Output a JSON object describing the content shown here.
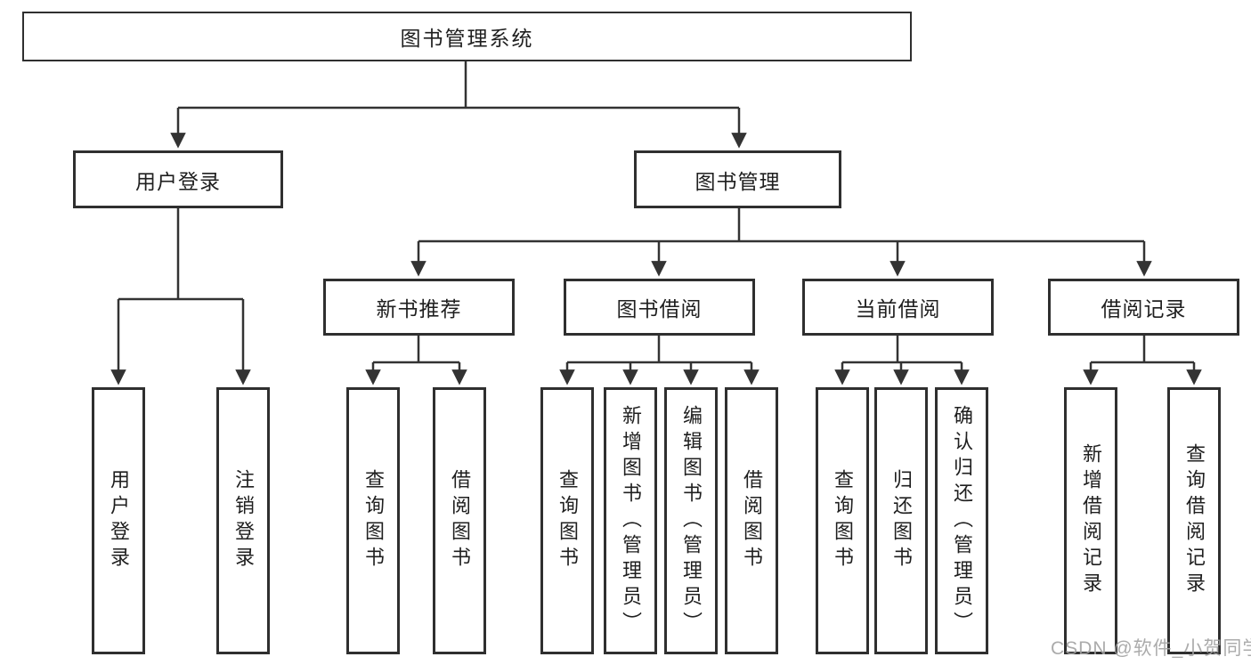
{
  "watermark": "CSDN @软件_小贺同学",
  "colors": {
    "line": "#333333",
    "box_border": "#2f2f2f",
    "text": "#1f1f1f",
    "watermark": "#a2a2a2",
    "background": "#ffffff"
  },
  "tree": {
    "root": {
      "label": "图书管理系统"
    },
    "branches": [
      {
        "label": "用户登录",
        "children": [
          {
            "label": "用户登录"
          },
          {
            "label": "注销登录"
          }
        ]
      },
      {
        "label": "图书管理",
        "children": [
          {
            "label": "新书推荐",
            "children": [
              {
                "label": "查询图书"
              },
              {
                "label": "借阅图书"
              }
            ]
          },
          {
            "label": "图书借阅",
            "children": [
              {
                "label": "查询图书"
              },
              {
                "label": "新增图书（管理员）"
              },
              {
                "label": "编辑图书（管理员）"
              },
              {
                "label": "借阅图书"
              }
            ]
          },
          {
            "label": "当前借阅",
            "children": [
              {
                "label": "查询图书"
              },
              {
                "label": "归还图书"
              },
              {
                "label": "确认归还（管理员）"
              }
            ]
          },
          {
            "label": "借阅记录",
            "children": [
              {
                "label": "新增借阅记录"
              },
              {
                "label": "查询借阅记录"
              }
            ]
          }
        ]
      }
    ]
  }
}
